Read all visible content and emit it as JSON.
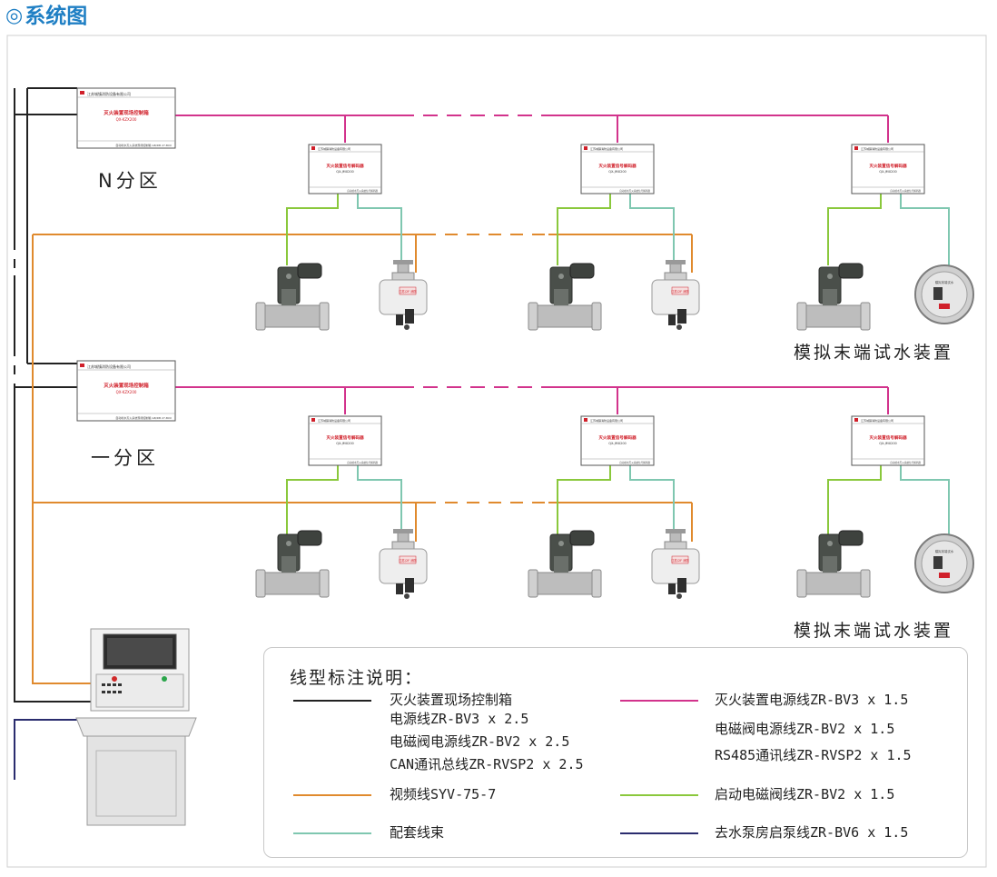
{
  "title": {
    "symbol": "◎",
    "text": "系统图"
  },
  "zones": {
    "upper_label": "N分区",
    "lower_label": "一分区"
  },
  "terminal_labels": {
    "upper": "模拟末端试水装置",
    "lower": "模拟末端试水装置"
  },
  "devices": {
    "site_box_company": "江苏城镇消防设备有限公司",
    "site_box_title": "灭火装置现场控制箱",
    "site_box_model": "QX-KZX200",
    "site_box_footer": "自动喷水灭火系统现场控制箱 GB/DB 27-BXX",
    "decoder_company": "江苏城镇消防设备有限公司",
    "decoder_title": "灭火装置信号解码器",
    "decoder_model": "QX-JMX200",
    "decoder_footer": "自动喷水灭火系统信号解码器",
    "valve_label": "江苏/2F 消防",
    "test_device_label": "模拟末端试水"
  },
  "legend": {
    "title": "线型标注说明：",
    "left": [
      {
        "color": "#222222",
        "lines": [
          "灭火装置现场控制箱",
          "电源线ZR-BV3 x 2.5",
          "电磁阀电源线ZR-BV2 x 2.5",
          "CAN通讯总线ZR-RVSP2 x 2.5"
        ]
      },
      {
        "color": "#e08a2e",
        "lines": [
          "视频线SYV-75-7"
        ]
      },
      {
        "color": "#7fc7b0",
        "lines": [
          "配套线束"
        ]
      }
    ],
    "right": [
      {
        "color": "#d2338c",
        "lines": [
          "灭火装置电源线ZR-BV3 x 1.5",
          "电磁阀电源线ZR-BV2 x 1.5",
          "RS485通讯线ZR-RVSP2 x 1.5"
        ]
      },
      {
        "color": "#8ac83c",
        "lines": [
          "启动电磁阀线ZR-BV2 x 1.5"
        ]
      },
      {
        "color": "#2a2c6e",
        "lines": [
          "去水泵房启泵线ZR-BV6 x 1.5"
        ]
      }
    ]
  },
  "colors": {
    "control_line": "#222222",
    "video_line": "#e08a2e",
    "power_line": "#d2338c",
    "start_valve_line": "#8ac83c",
    "harness_line": "#7fc7b0",
    "pump_line": "#2a2c6e",
    "title_accent": "#1f7fc4",
    "box_title_red": "#d0202a"
  }
}
